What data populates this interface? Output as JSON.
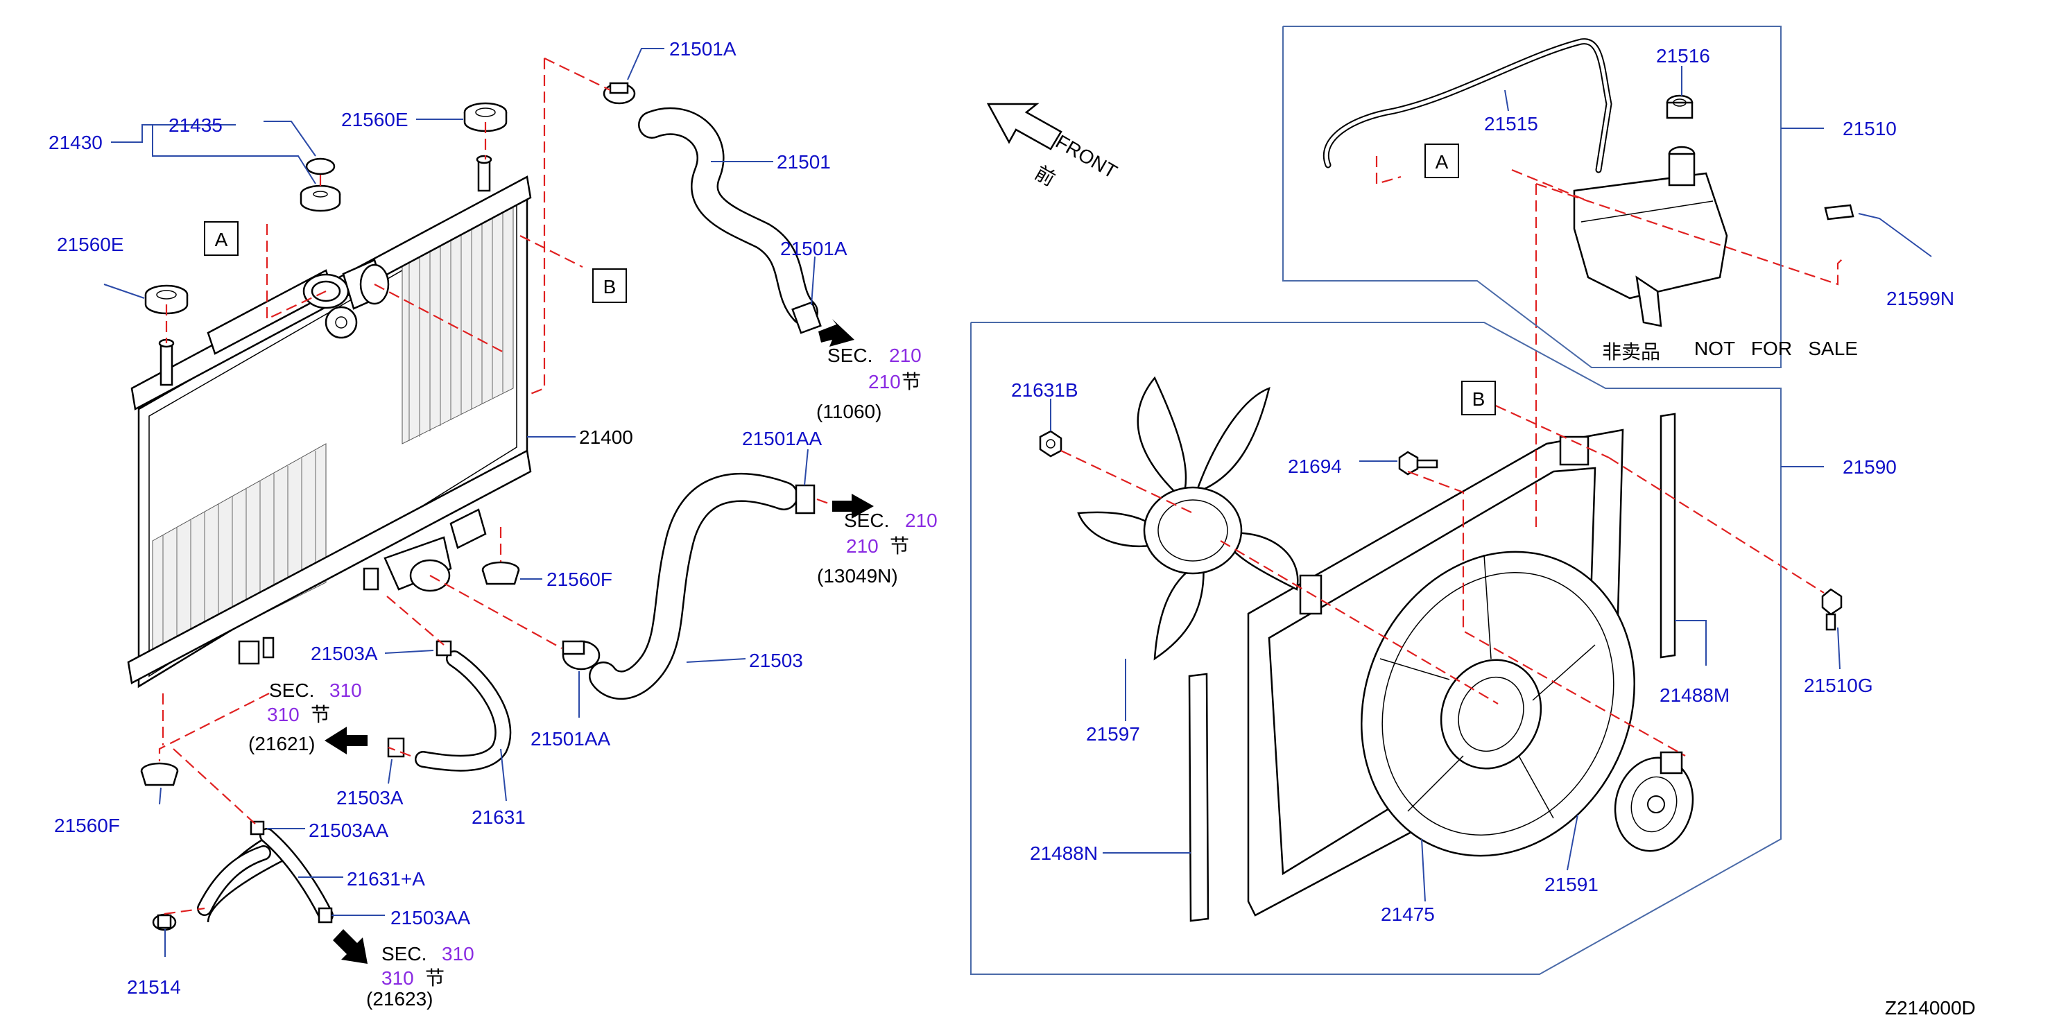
{
  "labels": {
    "p21430": "21430",
    "p21435": "21435",
    "p21560E_top": "21560E",
    "p21560E_left": "21560E",
    "p21501A_top": "21501A",
    "p21501": "21501",
    "p21501A_mid": "21501A",
    "p21400": "21400",
    "p21501AA_top": "21501AA",
    "p21503": "21503",
    "p21560F_right": "21560F",
    "p21501AA_bot": "21501AA",
    "p21503A_top": "21503A",
    "p21503A_bot": "21503A",
    "p21631": "21631",
    "p21560F_left": "21560F",
    "p21503AA_top": "21503AA",
    "p21631A": "21631+A",
    "p21503AA_bot": "21503AA",
    "p21514": "21514",
    "p21516": "21516",
    "p21515": "21515",
    "p21510": "21510",
    "p21599N": "21599N",
    "p21631B": "21631B",
    "p21694": "21694",
    "p21590": "21590",
    "p21510G": "21510G",
    "p21488M": "21488M",
    "p21597": "21597",
    "p21488N": "21488N",
    "p21475": "21475",
    "p21591": "21591"
  },
  "boxes": {
    "a_left": "A",
    "b_left": "B",
    "a_right": "A",
    "b_right": "B"
  },
  "sec_refs": {
    "r11060": {
      "sec": "SEC.",
      "num": "210",
      "num2": "210",
      "jie": "节",
      "code": "(11060)"
    },
    "r13049N": {
      "sec": "SEC.",
      "num": "210",
      "num2": "210",
      "jie": "节",
      "code": "(13049N)"
    },
    "r21621": {
      "sec": "SEC.",
      "num": "310",
      "num2": "310",
      "jie": "节",
      "code": "(21621)"
    },
    "r21623": {
      "sec": "SEC.",
      "num": "310",
      "num2": "310",
      "jie": "节",
      "code": "(21623)"
    }
  },
  "front": {
    "text": "FRONT",
    "cn": "前"
  },
  "not_for_sale": {
    "cn": "非卖品",
    "text": "NOT   FOR   SALE"
  },
  "diagram_code": "Z214000D",
  "colors": {
    "label": "#1010c8",
    "sec_number": "#8a2be2",
    "dashed_line": "#e02020",
    "leader": "#2b4aa8"
  }
}
